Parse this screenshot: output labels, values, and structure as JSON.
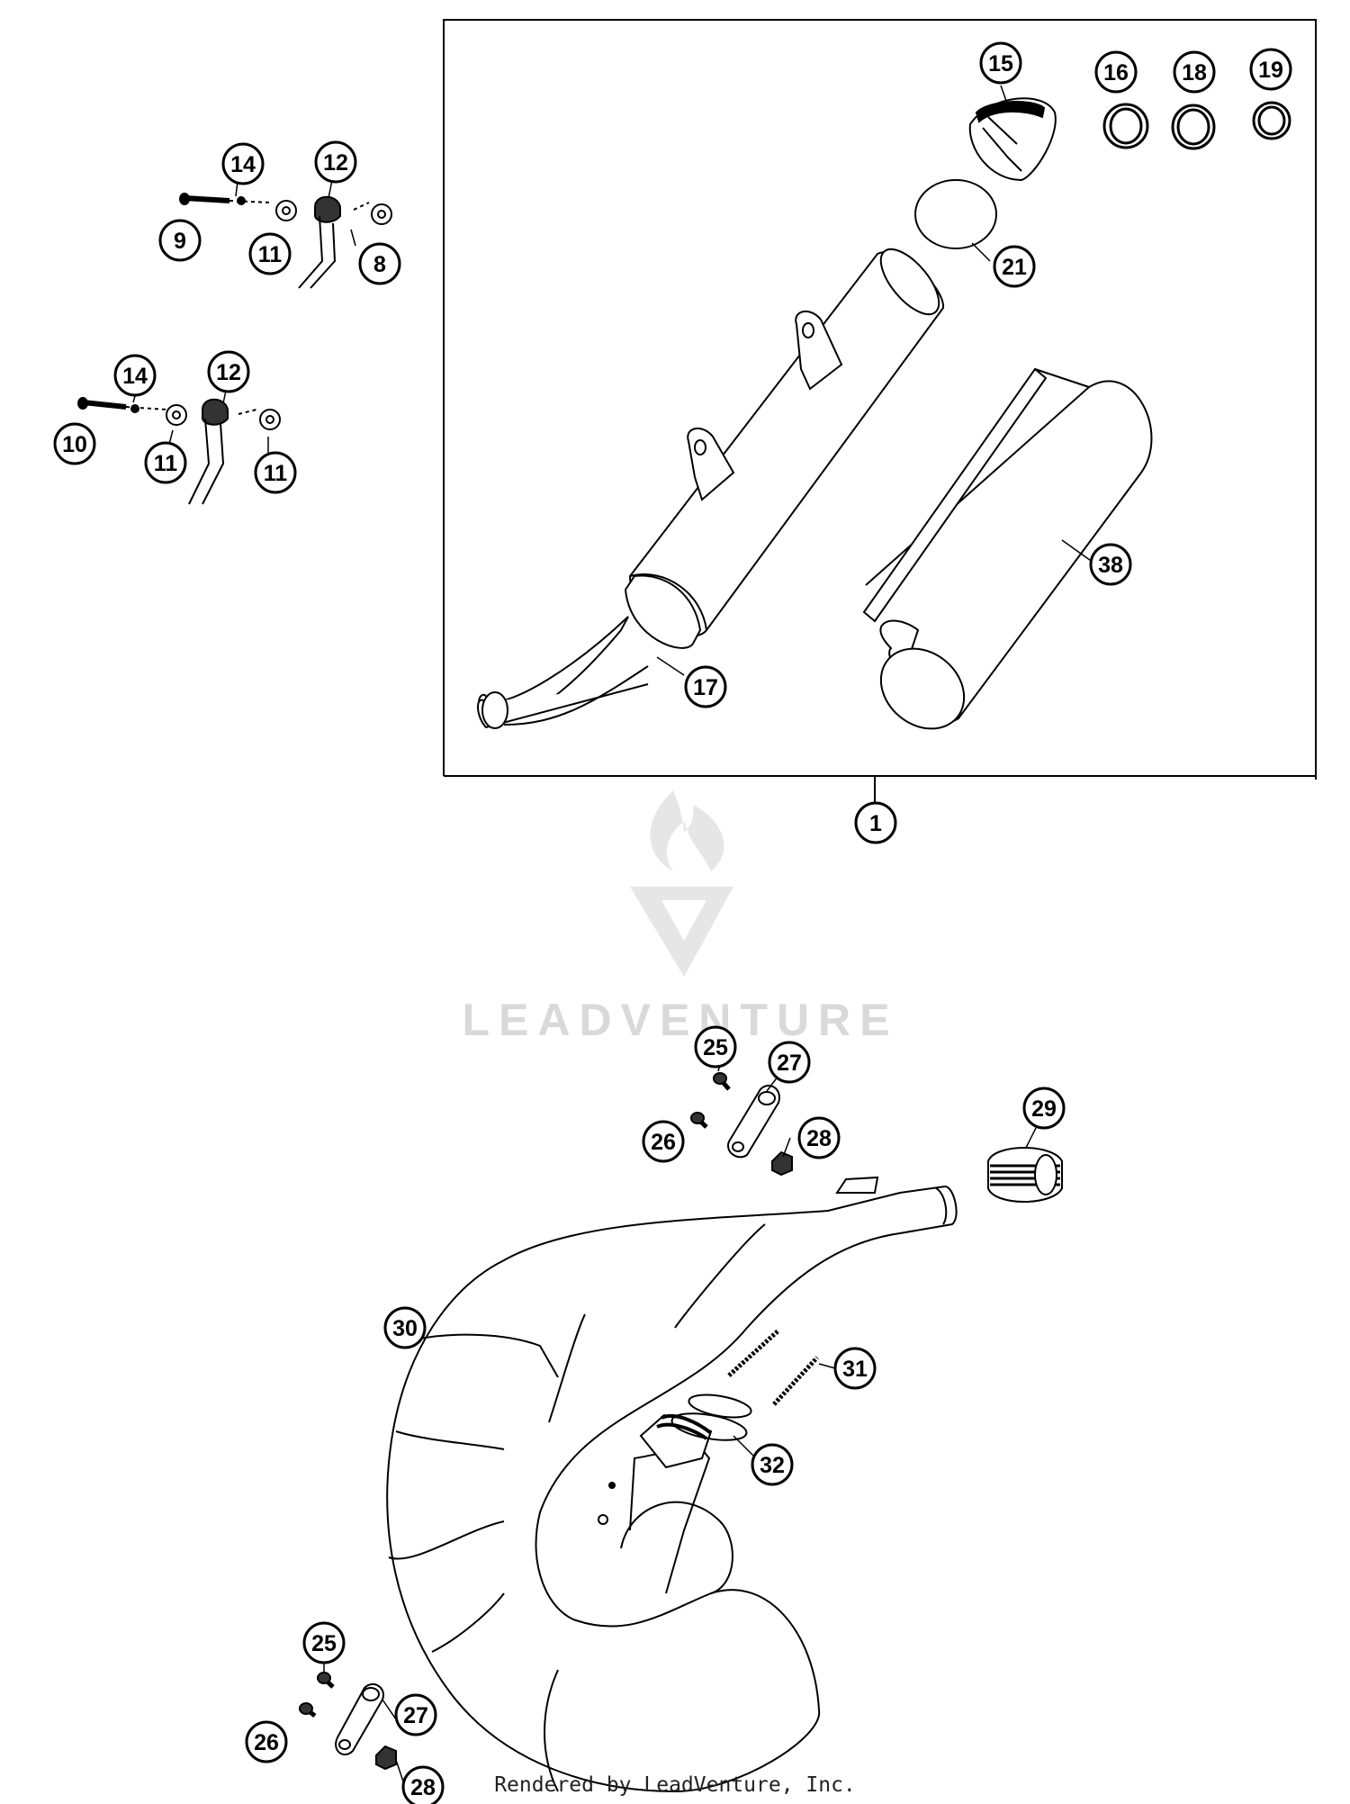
{
  "watermark": {
    "text": "LEADVENTURE"
  },
  "footer": {
    "text": "Rendered by LeadVenture, Inc."
  },
  "callouts": {
    "c15": "15",
    "c16": "16",
    "c18": "18",
    "c19": "19",
    "c21": "21",
    "c38": "38",
    "c17": "17",
    "c1": "1",
    "c14a": "14",
    "c12a": "12",
    "c9": "9",
    "c11a": "11",
    "c8": "8",
    "c14b": "14",
    "c12b": "12",
    "c10": "10",
    "c11b": "11",
    "c11c": "11",
    "c25a": "25",
    "c27a": "27",
    "c26a": "26",
    "c28a": "28",
    "c29": "29",
    "c30": "30",
    "c31": "31",
    "c32": "32",
    "c25b": "25",
    "c27b": "27",
    "c26b": "26",
    "c28b": "28"
  }
}
